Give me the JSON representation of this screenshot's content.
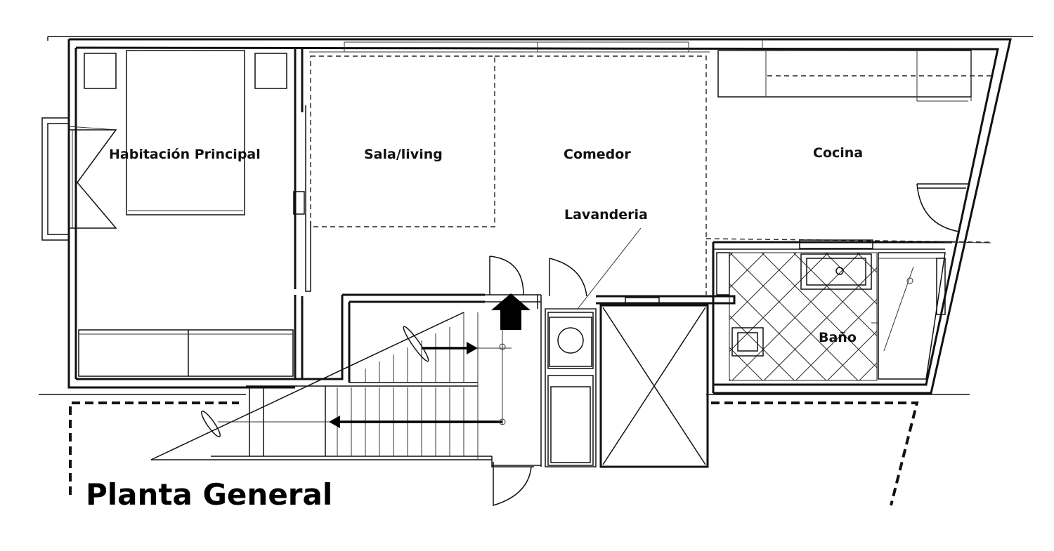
{
  "title": "Planta General",
  "rooms": [
    {
      "id": "habitacion",
      "label": "Habitación Principal"
    },
    {
      "id": "sala",
      "label": "Sala/living"
    },
    {
      "id": "comedor",
      "label": "Comedor"
    },
    {
      "id": "cocina",
      "label": "Cocina"
    },
    {
      "id": "lavanderia",
      "label": "Lavanderia"
    },
    {
      "id": "bano",
      "label": "Baño"
    }
  ]
}
